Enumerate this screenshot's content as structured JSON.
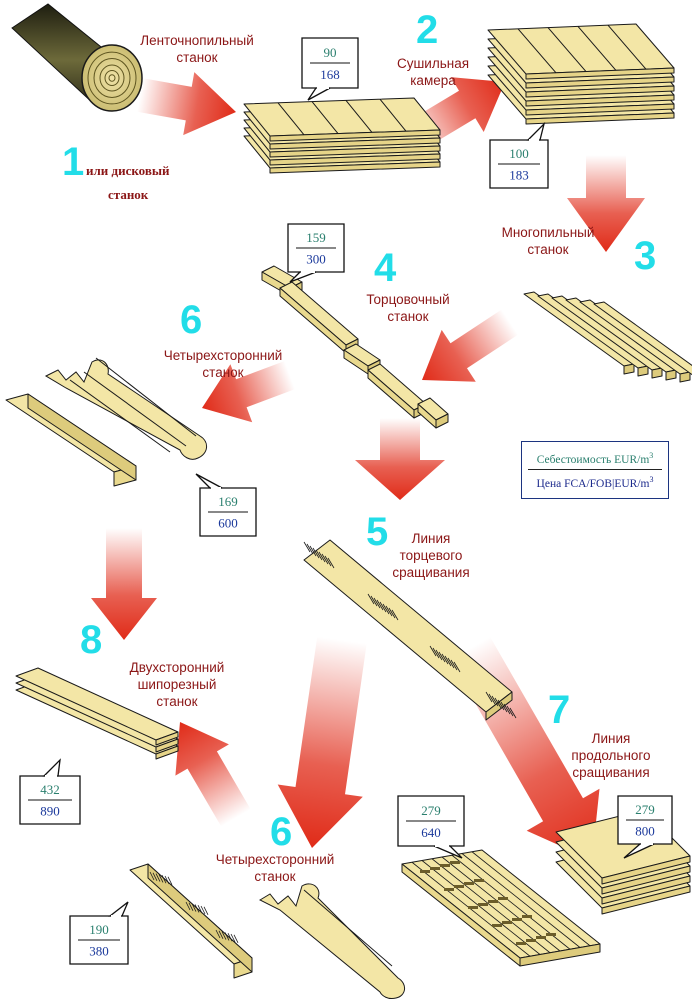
{
  "steps": [
    {
      "number": "1",
      "label_top": "Ленточнопильный\nстанок",
      "label_bottom_1": "или дисковый",
      "label_bottom_2": "станок"
    },
    {
      "number": "2",
      "label": "Сушильная\nкамера"
    },
    {
      "number": "3",
      "label": "Многопильный\nстанок"
    },
    {
      "number": "4",
      "label": "Торцовочный\nстанок"
    },
    {
      "number": "5",
      "label": "Линия\nторцевого\nсращивания"
    },
    {
      "number": "6",
      "label": "Четырехсторонний\nстанок"
    },
    {
      "number": "7",
      "label": "Линия\nпродольного\nсращивания"
    },
    {
      "number": "8",
      "label": "Двухсторонний\nшипорезный\nстанок"
    },
    {
      "number": "6",
      "label": "Четырехсторонний\nстанок"
    }
  ],
  "callouts": [
    {
      "cost": "90",
      "price": "168"
    },
    {
      "cost": "100",
      "price": "183"
    },
    {
      "cost": "159",
      "price": "300"
    },
    {
      "cost": "169",
      "price": "600"
    },
    {
      "cost": "432",
      "price": "890"
    },
    {
      "cost": "190",
      "price": "380"
    },
    {
      "cost": "279",
      "price": "640"
    },
    {
      "cost": "279",
      "price": "800"
    }
  ],
  "legend": {
    "cost_label": "Себестоимость EUR/m",
    "price_label": "Цена FCA/FOB|EUR/m",
    "unit_sup": "3"
  },
  "colors": {
    "step_number": "#22dde8",
    "label_text": "#8b1616",
    "cost_text": "#2a7f6e",
    "price_text": "#1c3a9c",
    "arrow_red": "#e02b18",
    "wood": "#f3e6a6"
  }
}
